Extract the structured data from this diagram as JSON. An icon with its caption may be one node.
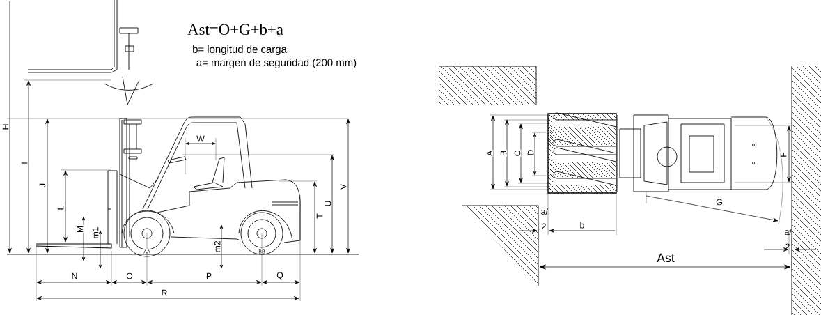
{
  "diagram": {
    "labels": [
      "Ast=O+G+b+a",
      "b= longitud de carga",
      "a= margen de seguridad (200 mm)",
      "H",
      "I",
      "J",
      "W",
      "L",
      "U",
      "V",
      "T",
      "M",
      "m1",
      "m2",
      "AA",
      "BB",
      "N",
      "O",
      "P",
      "Q",
      "R",
      "A",
      "B",
      "C",
      "D",
      "F",
      "G",
      "a/ 2",
      "b",
      "a/ 2",
      "Ast"
    ]
  }
}
